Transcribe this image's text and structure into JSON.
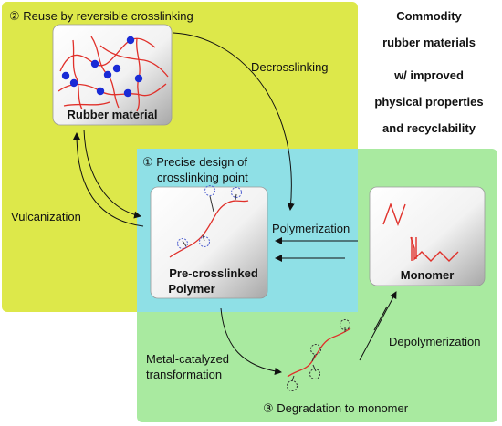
{
  "panels": {
    "reuse": {
      "title": "② Reuse by reversible crosslinking",
      "color": "#dde84a"
    },
    "design": {
      "title_line1": "① Precise design of",
      "title_line2": "crosslinking point",
      "color": "#8fe0e6"
    },
    "degradation": {
      "title": "③ Degradation to monomer",
      "color": "#a9eaa0"
    }
  },
  "side_text": [
    "Commodity",
    "rubber materials",
    "w/ improved",
    "physical properties",
    "and recyclability"
  ],
  "cards": {
    "rubber": "Rubber material",
    "precross_line1": "Pre-crosslinked",
    "precross_line2": "Polymer",
    "monomer": "Monomer"
  },
  "arrows": {
    "decrosslinking": "Decrosslinking",
    "vulcanization": "Vulcanization",
    "polymerization": "Polymerization",
    "metal_line1": "Metal-catalyzed",
    "metal_line2": "transformation",
    "depolymerization": "Depolymerization"
  },
  "colors": {
    "chain": "#e0302a",
    "node": "#1a2bd6",
    "dashed_circle": "#5060d0",
    "dark_circle": "#333333"
  }
}
